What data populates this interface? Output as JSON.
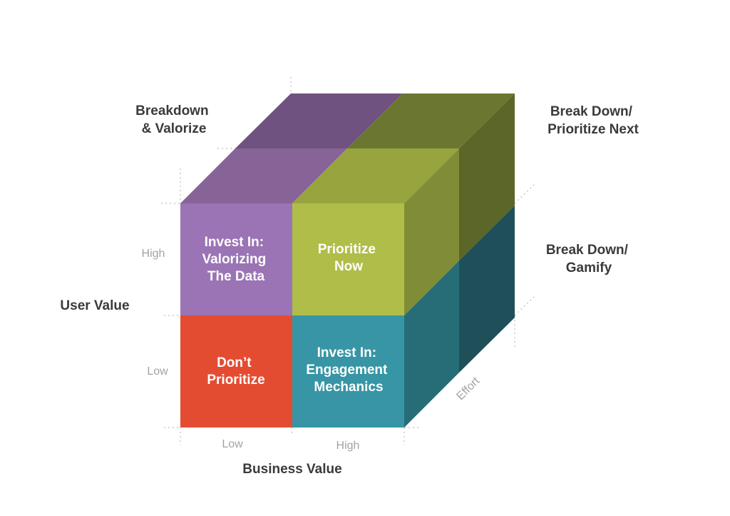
{
  "axes": {
    "user_value": {
      "label": "User Value",
      "ticks": [
        "High",
        "Low"
      ]
    },
    "business_value": {
      "label": "Business Value",
      "ticks": [
        "Low",
        "High"
      ]
    },
    "effort": {
      "label": "Effort"
    }
  },
  "front_cells": [
    {
      "id": "high-user-low-business",
      "label": "Invest In: Valorizing The Data",
      "lines": [
        "Invest In:",
        "Valorizing",
        "The Data"
      ],
      "color": "#9a74b5"
    },
    {
      "id": "high-user-high-business",
      "label": "Prioritize Now",
      "lines": [
        "Prioritize",
        "Now"
      ],
      "color": "#b0bd48"
    },
    {
      "id": "low-user-low-business",
      "label": "Don't Prioritize",
      "lines": [
        "Don’t",
        "Prioritize"
      ],
      "color": "#e44c32"
    },
    {
      "id": "low-user-high-business",
      "label": "Invest In: Engagement Mechanics",
      "lines": [
        "Invest In:",
        "Engagement",
        "Mechanics"
      ],
      "color": "#3795a5"
    }
  ],
  "back_labels": {
    "top_left": {
      "lines": [
        "Breakdown",
        "& Valorize"
      ]
    },
    "top_right": {
      "lines": [
        "Break Down/",
        "Prioritize Next"
      ]
    },
    "right": {
      "lines": [
        "Break Down/",
        "Gamify"
      ]
    }
  },
  "colors": {
    "purple_top_front": "#876497",
    "purple_top_back": "#6f527f",
    "green_top_front": "#98a43e",
    "green_top_back": "#6b7731",
    "green_side_front": "#818d36",
    "green_side_back": "#5b6628",
    "teal_side_front": "#276d77",
    "teal_side_back": "#1f5059",
    "header_text": "#3a3a3a",
    "tick_text": "#a3a3a3"
  }
}
